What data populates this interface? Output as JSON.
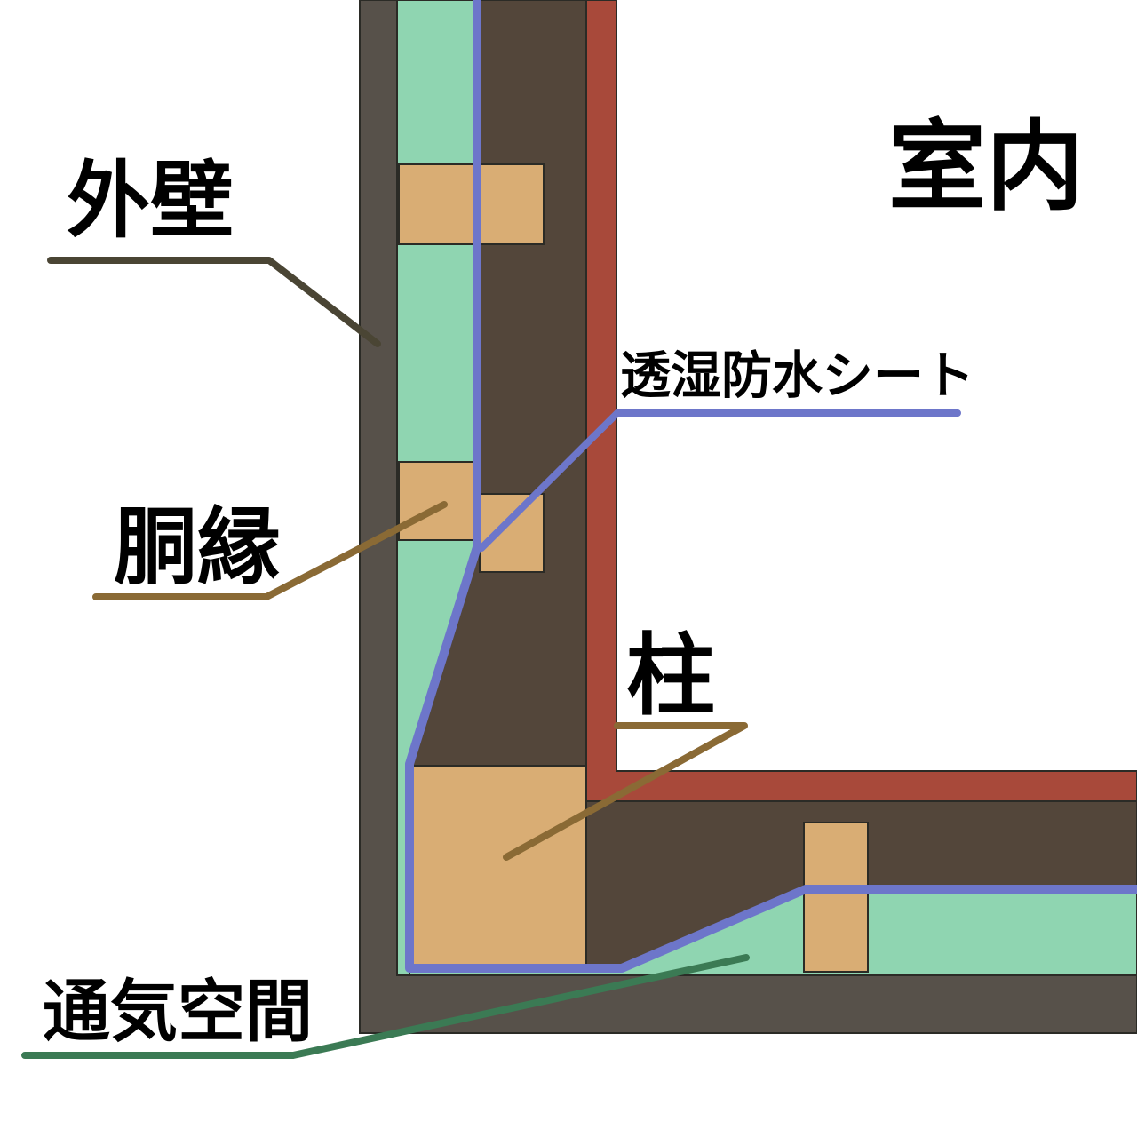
{
  "diagram": {
    "labels": {
      "exterior_wall": "外壁",
      "indoor": "室内",
      "breathable_waterproof_sheet": "透湿防水シート",
      "furring_strip": "胴縁",
      "pillar": "柱",
      "ventilation_space": "通気空間"
    },
    "colors": {
      "background": "#ffffff",
      "cladding": "#57514a",
      "sheathing": "#53463a",
      "vent_space": "#8fd5b1",
      "wood": "#d9ad74",
      "interior_finish": "#a8493a",
      "sheet_blue": "#6d76ca",
      "outline": "#2b2b26",
      "label_text": "#000000",
      "leader_exterior": "#4a4534",
      "leader_wood": "#8a6a35",
      "leader_vent": "#3b7a54"
    }
  }
}
